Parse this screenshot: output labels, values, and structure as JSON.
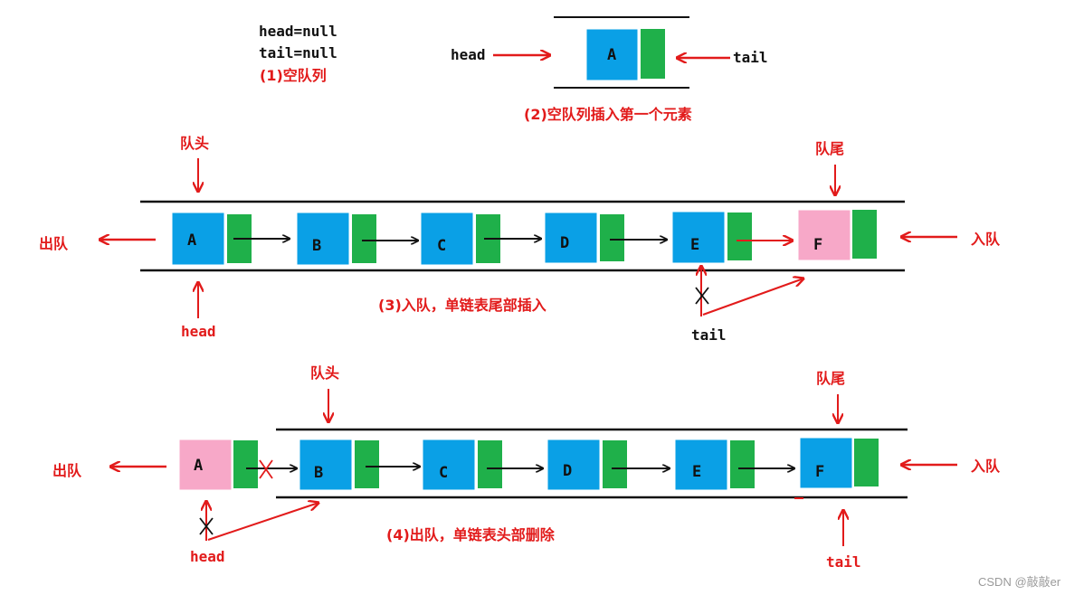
{
  "colors": {
    "node": "#0aa0e6",
    "next_box": "#1fb04a",
    "highlight": "#f7a8c8",
    "red": "#e21b1b",
    "black": "#111111",
    "watermark": "#9a9a9a"
  },
  "panel1": {
    "head_text": "head=null",
    "tail_text": "tail=null",
    "caption": "(1)空队列"
  },
  "panel2": {
    "node": "A",
    "head_label": "head",
    "tail_label": "tail",
    "caption": "(2)空队列插入第一个元素"
  },
  "panel3": {
    "nodes": [
      "A",
      "B",
      "C",
      "D",
      "E",
      "F"
    ],
    "front_label": "队头",
    "rear_label": "队尾",
    "dequeue_label": "出队",
    "enqueue_label": "入队",
    "head_label": "head",
    "tail_label": "tail",
    "caption": "(3)入队，单链表尾部插入"
  },
  "panel4": {
    "removed_node": "A",
    "nodes": [
      "B",
      "C",
      "D",
      "E",
      "F"
    ],
    "front_label": "队头",
    "rear_label": "队尾",
    "dequeue_label": "出队",
    "enqueue_label": "入队",
    "head_label": "head",
    "tail_label": "tail",
    "caption": "(4)出队，单链表头部删除"
  },
  "watermark": "CSDN @敲敲er"
}
